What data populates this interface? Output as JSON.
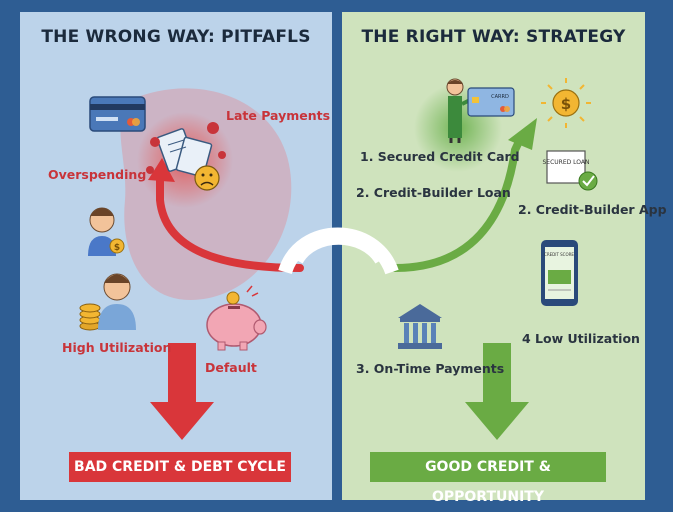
{
  "left": {
    "title": "THE WRONG WAY: PITFAFLS",
    "labels": {
      "late_payments": "Late Payments",
      "overspending": "Overspending",
      "high_utilization": "High Utilization",
      "default": "Default"
    },
    "banner": "BAD CREDIT & DEBT CYCLE"
  },
  "right": {
    "title": "THE RIGHT WAY: STRATEGY",
    "labels": {
      "secured_card": "1. Secured Credit Card",
      "builder_loan": "2. Credit-Builder Loan",
      "builder_app": "2. Credit-Builder App",
      "low_utilization": "4 Low Utilization",
      "on_time": "3. On-Time Payments"
    },
    "card_text": "CARRD",
    "loan_doc_text": "SECURED LOAN",
    "app_header": "CREDIT SCORE",
    "banner": "GOOD CREDIT & OPPORTUNITY"
  },
  "colors": {
    "background": "#2e5d93",
    "left_panel": "#bcd3ea",
    "right_panel": "#cfe3bd",
    "bad_red": "#d9363a",
    "good_green": "#6aab44"
  },
  "icons": [
    "credit-card-icon",
    "bills-icon",
    "sad-face-icon",
    "person-icon",
    "coin-icon",
    "coin-stack-icon",
    "piggy-bank-icon",
    "presenter-icon",
    "sun-dollar-icon",
    "secured-loan-icon",
    "checkmark-icon",
    "phone-app-icon",
    "bank-icon"
  ]
}
